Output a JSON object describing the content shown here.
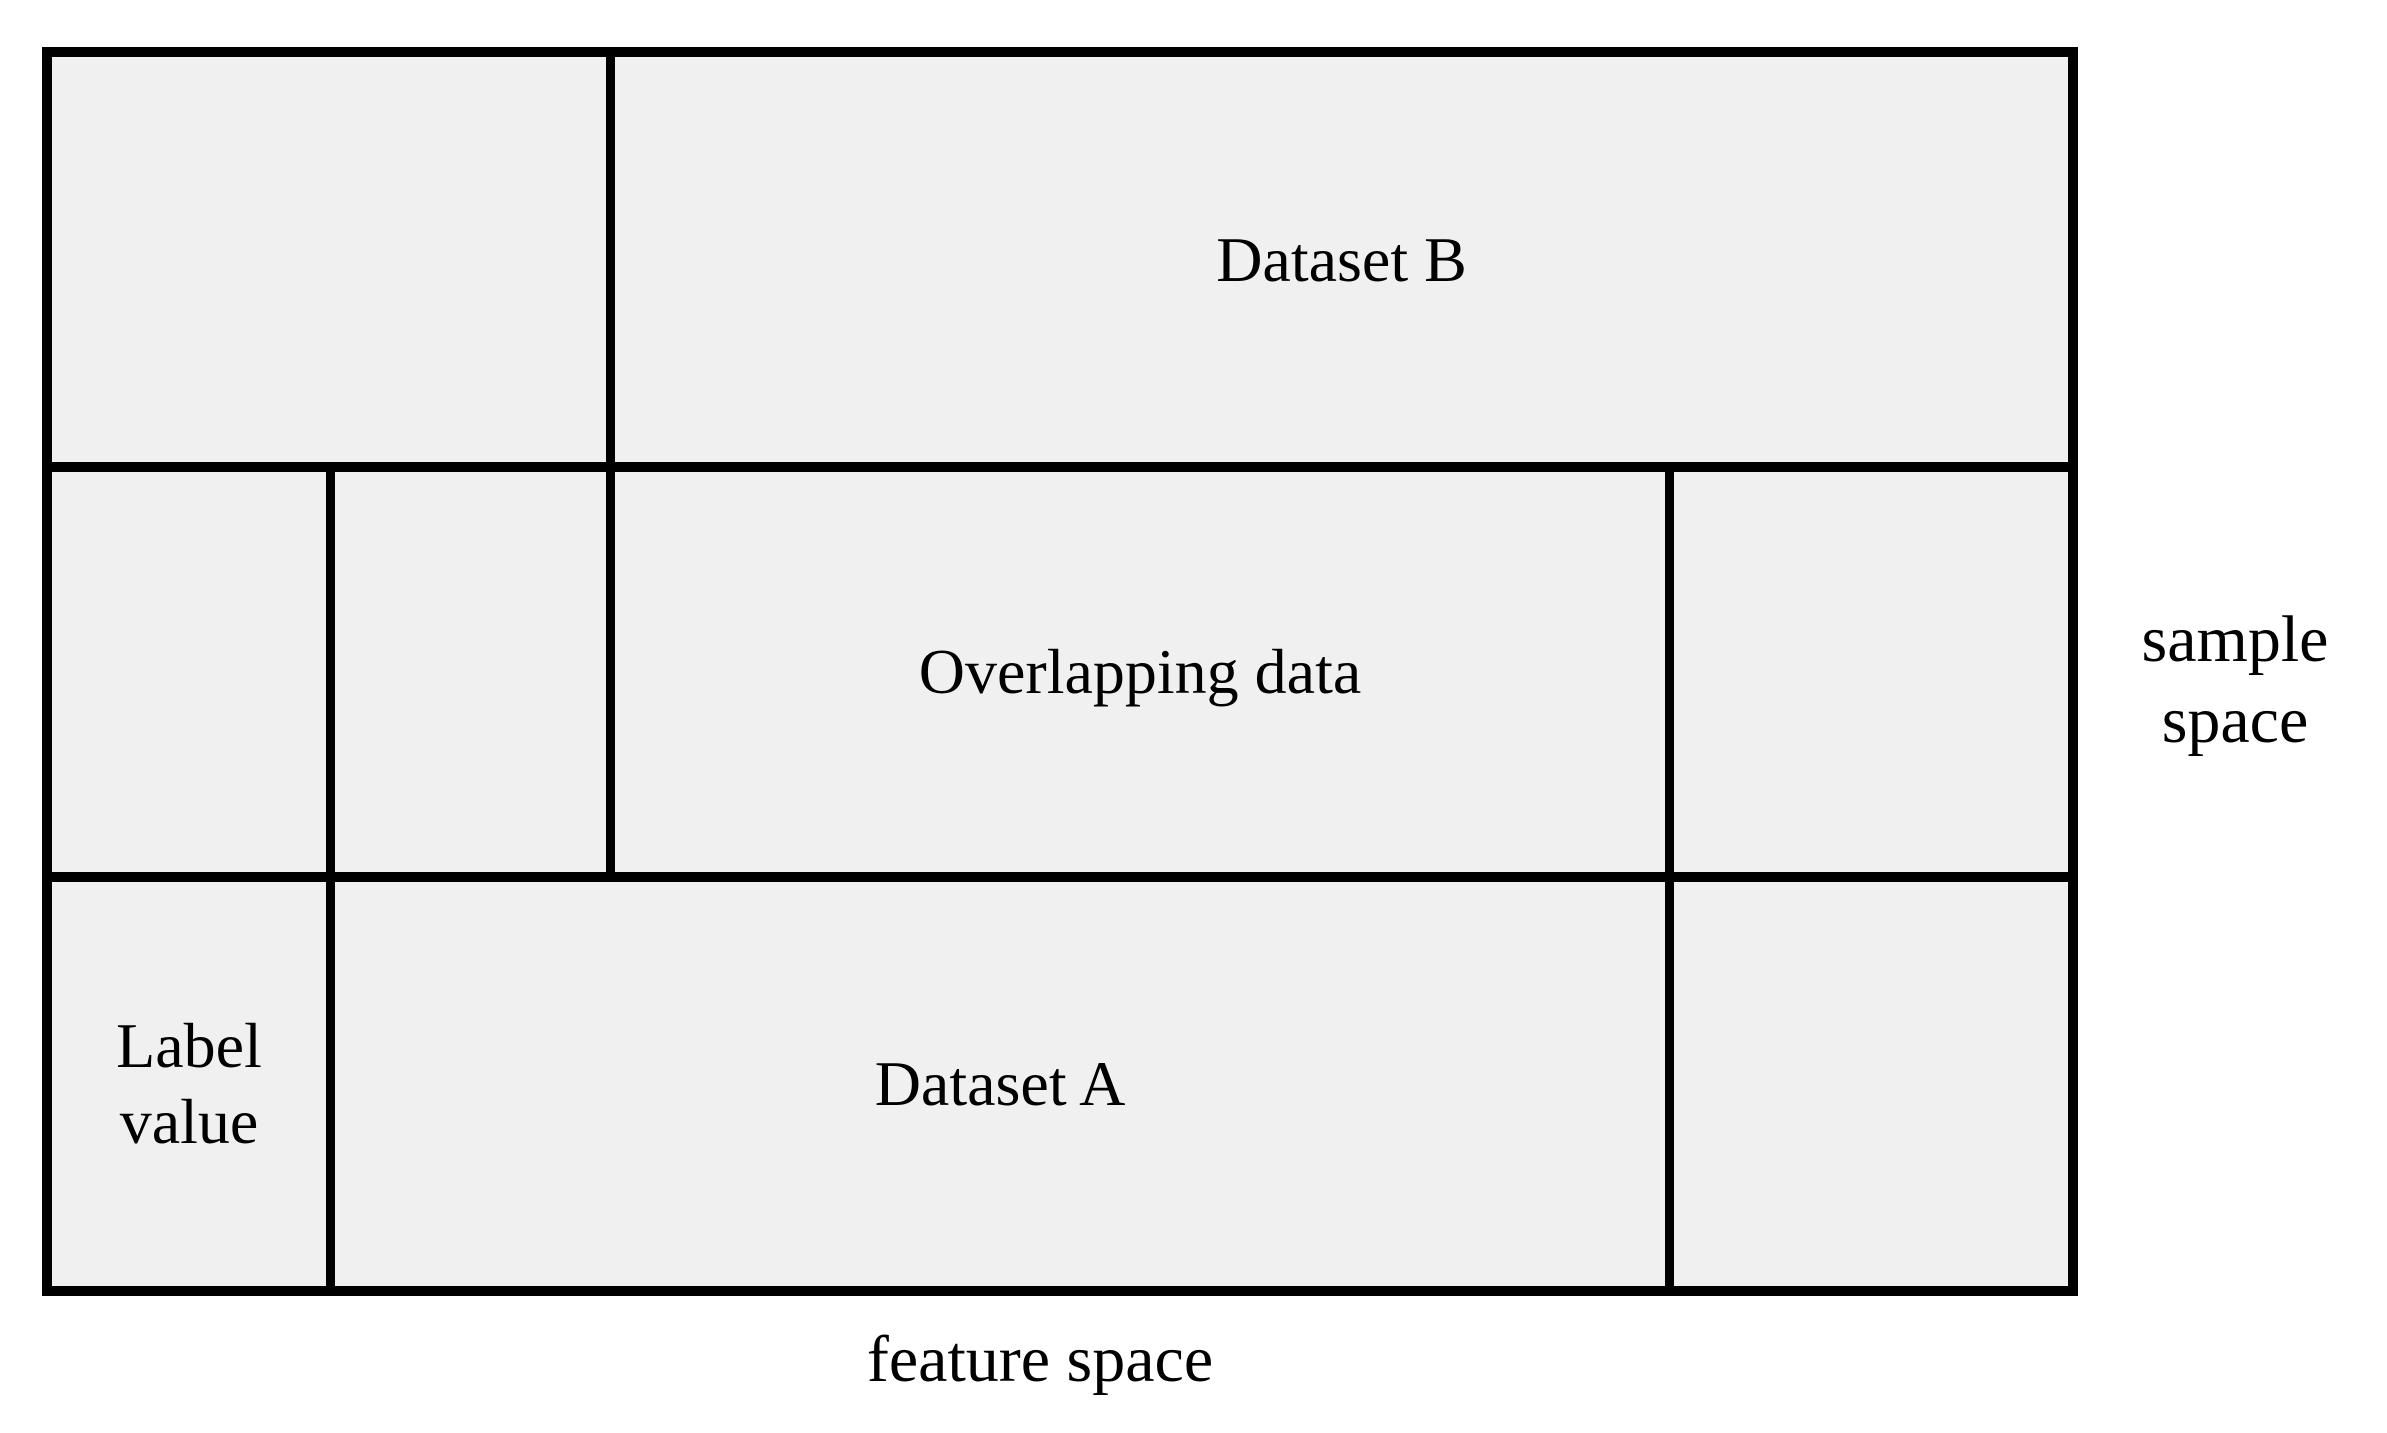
{
  "figure": {
    "type": "schematic-grid-diagram",
    "background_color": "#ffffff",
    "cell_fill_color": "#f0f0f0",
    "line_color": "#000000"
  },
  "axis_labels": {
    "vertical_right": "sample\nspace",
    "vertical_right_lines": [
      "sample",
      "space"
    ],
    "horizontal_bottom": "feature space"
  },
  "grid": {
    "rows": [
      {
        "name": "row-top",
        "cells": [
          {
            "name": "row1-col1",
            "label": ""
          },
          {
            "name": "row1-col2",
            "label": "Dataset B"
          }
        ]
      },
      {
        "name": "row-middle",
        "cells": [
          {
            "name": "row2-col1",
            "label": ""
          },
          {
            "name": "row2-col2",
            "label": ""
          },
          {
            "name": "row2-col3",
            "label": "Overlapping data"
          },
          {
            "name": "row2-col4",
            "label": ""
          }
        ]
      },
      {
        "name": "row-bottom",
        "cells": [
          {
            "name": "row3-col1",
            "label": "Label\nvalue"
          },
          {
            "name": "row3-col2",
            "label": "Dataset A"
          },
          {
            "name": "row3-col3",
            "label": ""
          }
        ]
      }
    ]
  },
  "labels": {
    "dataset_b": "Dataset B",
    "overlapping_data": "Overlapping data",
    "dataset_a": "Dataset A",
    "label_value": "Label\nvalue",
    "label_value_lines": [
      "Label",
      "value"
    ],
    "sample_space": "sample\nspace",
    "feature_space": "feature space"
  }
}
